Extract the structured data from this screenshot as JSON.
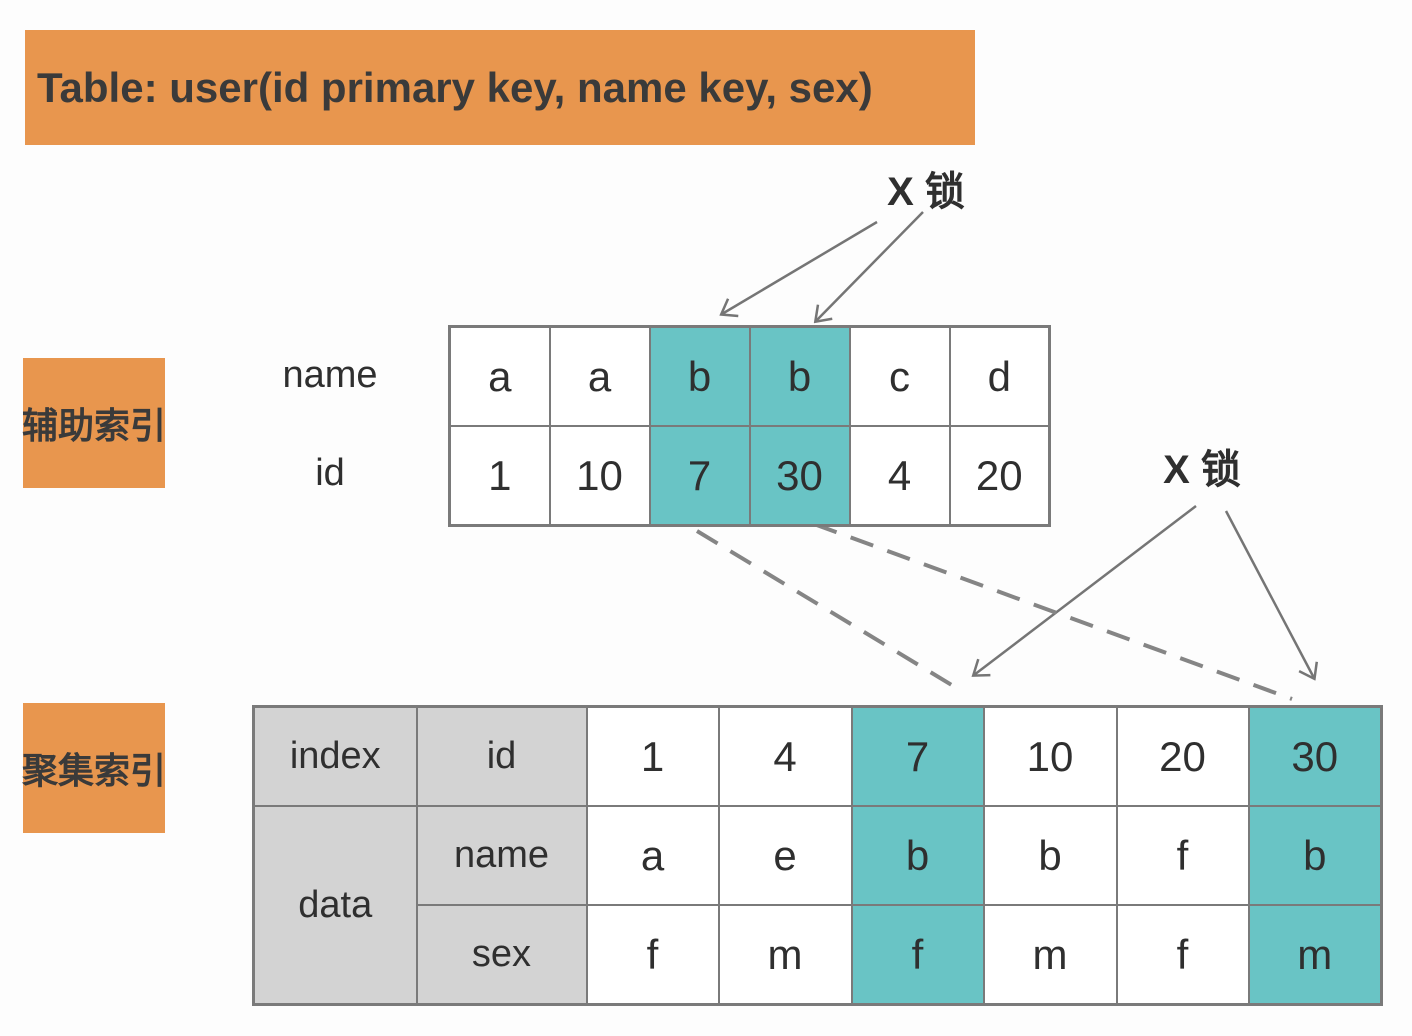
{
  "title_banner": {
    "text": "Table: user(id primary key, name key, sex)"
  },
  "lock_labels": {
    "secondary": "X 锁",
    "clustered": "X 锁"
  },
  "secondary_index": {
    "label": "辅助索引",
    "row_headers": [
      "name",
      "id"
    ],
    "rows": [
      [
        "a",
        "a",
        "b",
        "b",
        "c",
        "d"
      ],
      [
        "1",
        "10",
        "7",
        "30",
        "4",
        "20"
      ]
    ],
    "highlighted_columns": [
      2,
      3
    ]
  },
  "clustered_index": {
    "label": "聚集索引",
    "group_headers": {
      "index": "index",
      "data": "data"
    },
    "row_headers": [
      "id",
      "name",
      "sex"
    ],
    "rows": [
      [
        "1",
        "4",
        "7",
        "10",
        "20",
        "30"
      ],
      [
        "a",
        "e",
        "b",
        "b",
        "f",
        "b"
      ],
      [
        "f",
        "m",
        "f",
        "m",
        "f",
        "m"
      ]
    ],
    "highlighted_columns": [
      2,
      5
    ]
  },
  "colors": {
    "orange": "#E8964E",
    "teal": "#69C4C5",
    "gray_header": "#D3D3D3",
    "border": "#7A7A7A",
    "arrow": "#757575"
  }
}
